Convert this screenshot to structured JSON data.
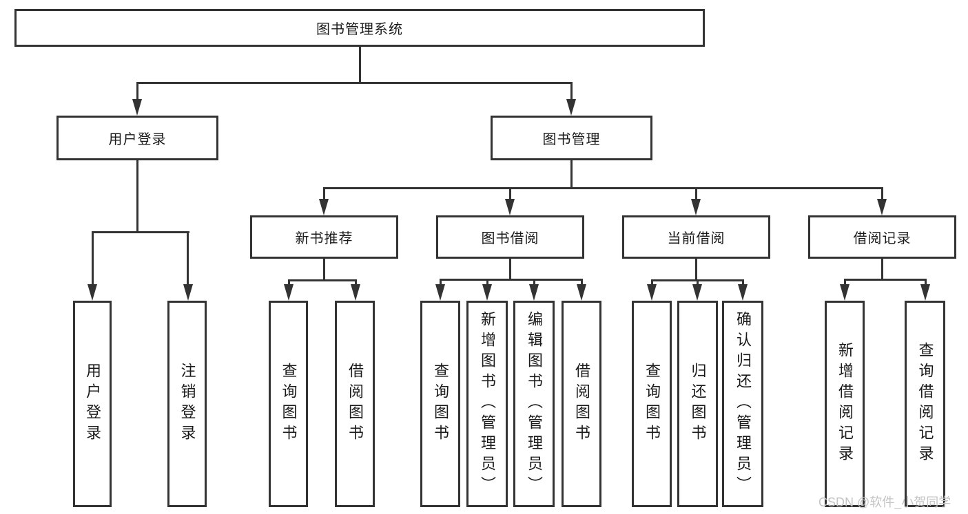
{
  "tree": {
    "root": {
      "label": "图书管理系统",
      "children": [
        {
          "label": "用户登录",
          "children": [
            {
              "label": "用户登录"
            },
            {
              "label": "注销登录"
            }
          ]
        },
        {
          "label": "图书管理",
          "children": [
            {
              "label": "新书推荐",
              "children": [
                {
                  "label": "查询图书"
                },
                {
                  "label": "借阅图书"
                }
              ]
            },
            {
              "label": "图书借阅",
              "children": [
                {
                  "label": "查询图书"
                },
                {
                  "label": "新增图书（管理员）"
                },
                {
                  "label": "编辑图书（管理员）"
                },
                {
                  "label": "借阅图书"
                }
              ]
            },
            {
              "label": "当前借阅",
              "children": [
                {
                  "label": "查询图书"
                },
                {
                  "label": "归还图书"
                },
                {
                  "label": "确认归还（管理员）"
                }
              ]
            },
            {
              "label": "借阅记录",
              "children": [
                {
                  "label": "新增借阅记录"
                },
                {
                  "label": "查询借阅记录"
                }
              ]
            }
          ]
        }
      ]
    }
  },
  "watermark": "CSDN @软件_小贺同学",
  "colors": {
    "line": "#333333",
    "text": "#1a1a1a",
    "watermark": "#c4c4c4",
    "background": "#ffffff"
  }
}
